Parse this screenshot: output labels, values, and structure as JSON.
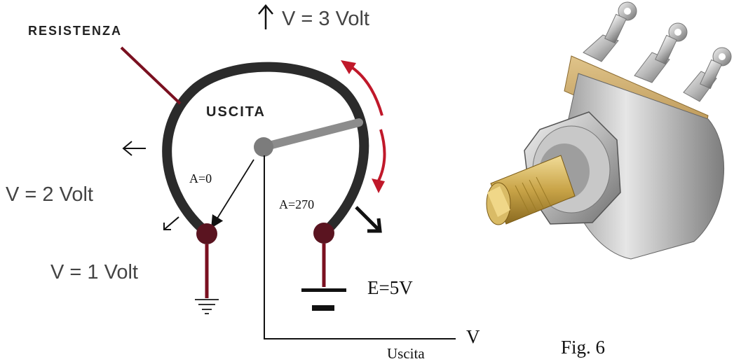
{
  "diagram": {
    "label_resistenza": "RESISTENZA",
    "label_uscita": "USCITA",
    "label_v3": "V = 3 Volt",
    "label_v2": "V = 2 Volt",
    "label_v1": "V = 1 Volt",
    "label_a0": "A=0",
    "label_a270": "A=270",
    "label_e": "E=5V",
    "label_v_out": "V",
    "label_uscita_small": "Uscita",
    "caption": "Fig. 6"
  },
  "colors": {
    "track": "#2b2b2b",
    "dark_red": "#7a1020",
    "arrow_red": "#c0182a",
    "wiper": "#8c8c8c",
    "brass": "#c9a448",
    "metal": "#b8b8b8"
  },
  "photo": {
    "subject": "potentiometer-photo"
  }
}
